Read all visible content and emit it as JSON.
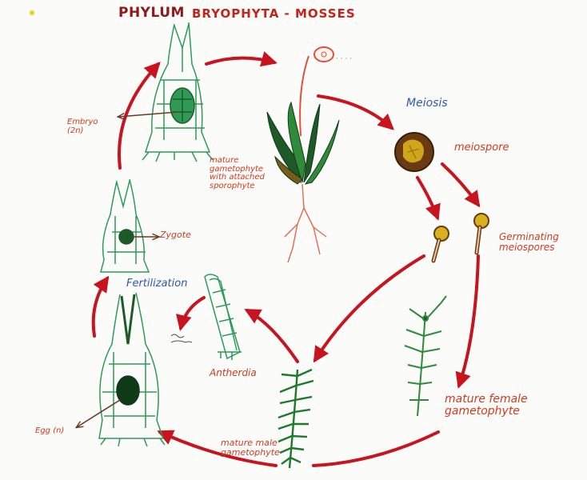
{
  "title": {
    "phylum": "PHYLUM",
    "rest": "BRYOPHYTA - MOSSES"
  },
  "labels": {
    "meiosis": "Meiosis",
    "meiospore": "meiospore",
    "germinating": "Germinating\nmeiospores",
    "mature_female": "mature female\ngametophyte",
    "mature_male": "mature male\ngametophyte",
    "antherdia": "Antherdia",
    "fertilization": "Fertilization",
    "egg": "Egg (n)",
    "zygote": "Zygote",
    "embryo": "Embryo\n(2n)",
    "mature_sporophyte": "mature\ngametophyte\nwith attached\nsporophyte"
  },
  "colors": {
    "arrow": "#c8141e",
    "cell_green": "#2e9a58",
    "dark_green": "#1e5a28",
    "leaf_green": "#2f8a3a",
    "label_red": "#d23a1e",
    "label_blue": "#2e56b8",
    "spore_brown": "#6b3a12",
    "spore_yellow": "#d8b21c"
  }
}
